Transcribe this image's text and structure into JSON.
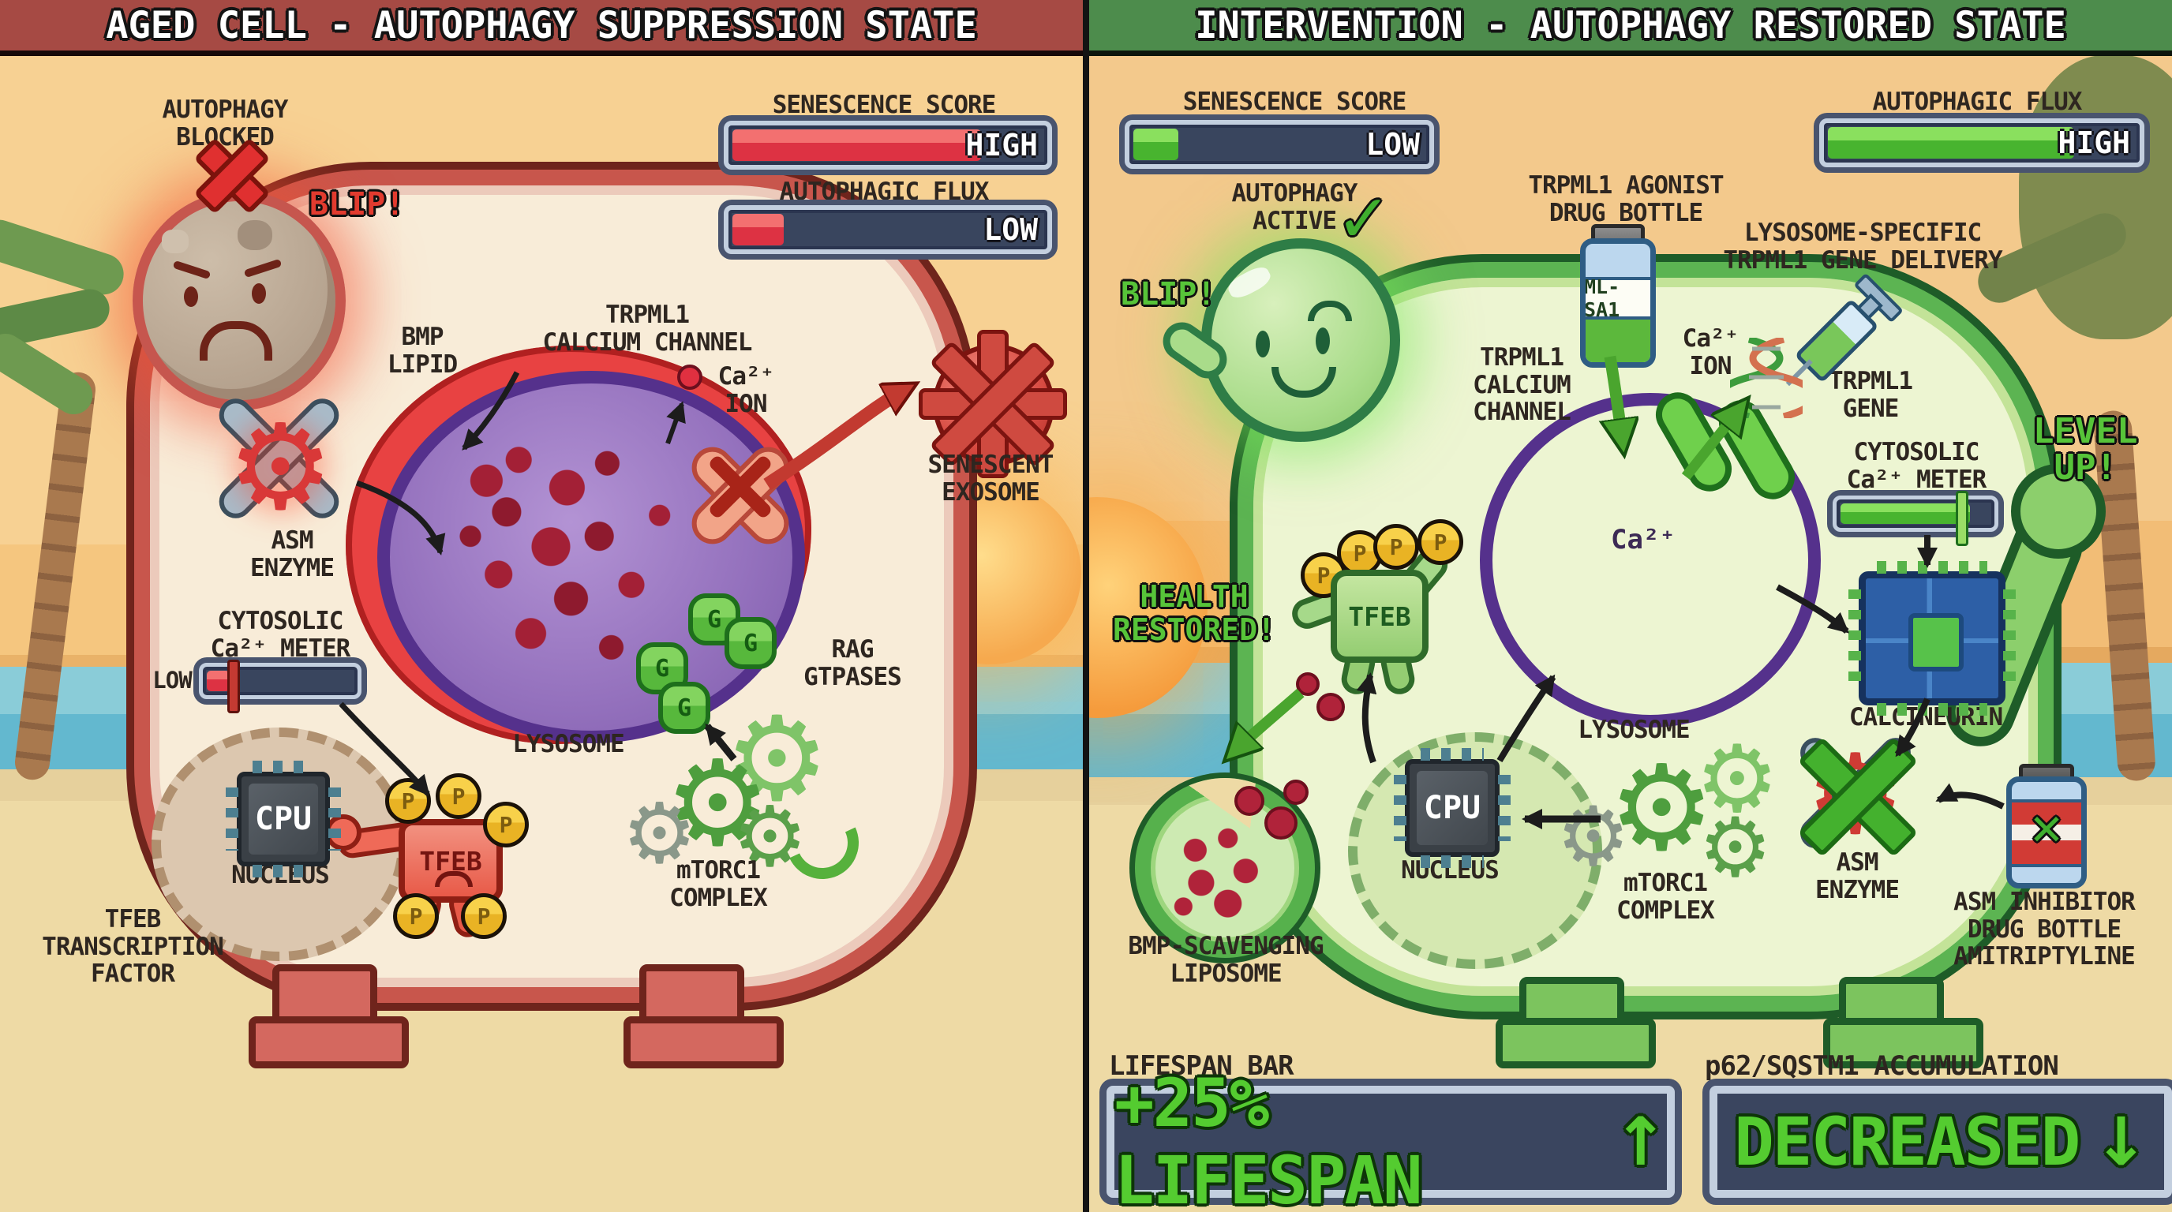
{
  "icons": {
    "gear": "⚙",
    "check": "✓",
    "cross": "✕",
    "up": "↑",
    "down": "↓"
  },
  "colors": {
    "red_fill": "#dd3243",
    "green_fill": "#48b42f",
    "meter_track": "#39455e",
    "left_header_bg": "#a64a44",
    "right_header_bg": "#4d8c4c",
    "arcade_green": "#57c439",
    "arcade_red": "#e23b2f"
  },
  "left": {
    "header": "AGED CELL - AUTOPHAGY SUPPRESSION STATE",
    "autophagy_status": "AUTOPHAGY\nBLOCKED",
    "blip": "BLIP!",
    "senescence": {
      "label": "SENESCENCE SCORE",
      "value": "HIGH",
      "fill_pct": 78
    },
    "flux": {
      "label": "AUTOPHAGIC FLUX",
      "value": "LOW",
      "fill_pct": 16
    },
    "bmp_lipid": "BMP\nLIPID",
    "trpml1_channel": "TRPML1\nCALCIUM CHANNEL",
    "ca_ion": "Ca²⁺\nION",
    "senescent_exosome": "SENESCENT\nEXOSOME",
    "asm_enzyme": "ASM\nENZYME",
    "cytosolic_meter": {
      "label": "CYTOSOLIC\nCa²⁺ METER",
      "value": "LOW",
      "fill_pct": 15
    },
    "lysosome": "LYSOSOME",
    "rag_gtpases": "RAG\nGTPASES",
    "g": "G",
    "cpu": "CPU",
    "nucleus": "NUCLEUS",
    "tfeb": "TFEB",
    "p": "P",
    "tfeb_factor": "TFEB\nTRANSCRIPTION\nFACTOR",
    "mtorc1": "mTORC1\nCOMPLEX"
  },
  "right": {
    "header": "INTERVENTION - AUTOPHAGY RESTORED STATE",
    "autophagy_status": "AUTOPHAGY\nACTIVE",
    "blip": "BLIP!",
    "senescence": {
      "label": "SENESCENCE SCORE",
      "value": "LOW",
      "fill_pct": 15
    },
    "flux": {
      "label": "AUTOPHAGIC FLUX",
      "value": "HIGH",
      "fill_pct": 78
    },
    "agonist_bottle": "TRPML1 AGONIST\nDRUG BOTTLE",
    "bottle_label": "ML-SA1",
    "gene_delivery": "LYSOSOME-SPECIFIC\nTRPML1 GENE DELIVERY",
    "trpml1_channel": "TRPML1\nCALCIUM\nCHANNEL",
    "ca_ion": "Ca²⁺\nION",
    "trpml1_gene": "TRPML1\nGENE",
    "ca_center": "Ca²⁺",
    "cytosolic_meter": {
      "label": "CYTOSOLIC\nCa²⁺ METER",
      "fill_pct": 82
    },
    "level_up": "LEVEL\nUP!",
    "calcineurin": "CALCINEURIN",
    "health_restored": "HEALTH\nRESTORED!",
    "tfeb": "TFEB",
    "p": "P",
    "lysosome": "LYSOSOME",
    "cpu": "CPU",
    "nucleus": "NUCLEUS",
    "mtorc1": "mTORC1\nCOMPLEX",
    "asm_enzyme": "ASM\nENZYME",
    "asm_inhibitor": "ASM INHIBITOR\nDRUG BOTTLE\nAMITRIPTYLINE",
    "liposome": "BMP-SCAVENGING\nLIPOSOME",
    "lifespan": {
      "label": "LIFESPAN BAR",
      "value": "+25% LIFESPAN"
    },
    "p62": {
      "label": "p62/SQSTM1 ACCUMULATION",
      "value": "DECREASED"
    }
  }
}
